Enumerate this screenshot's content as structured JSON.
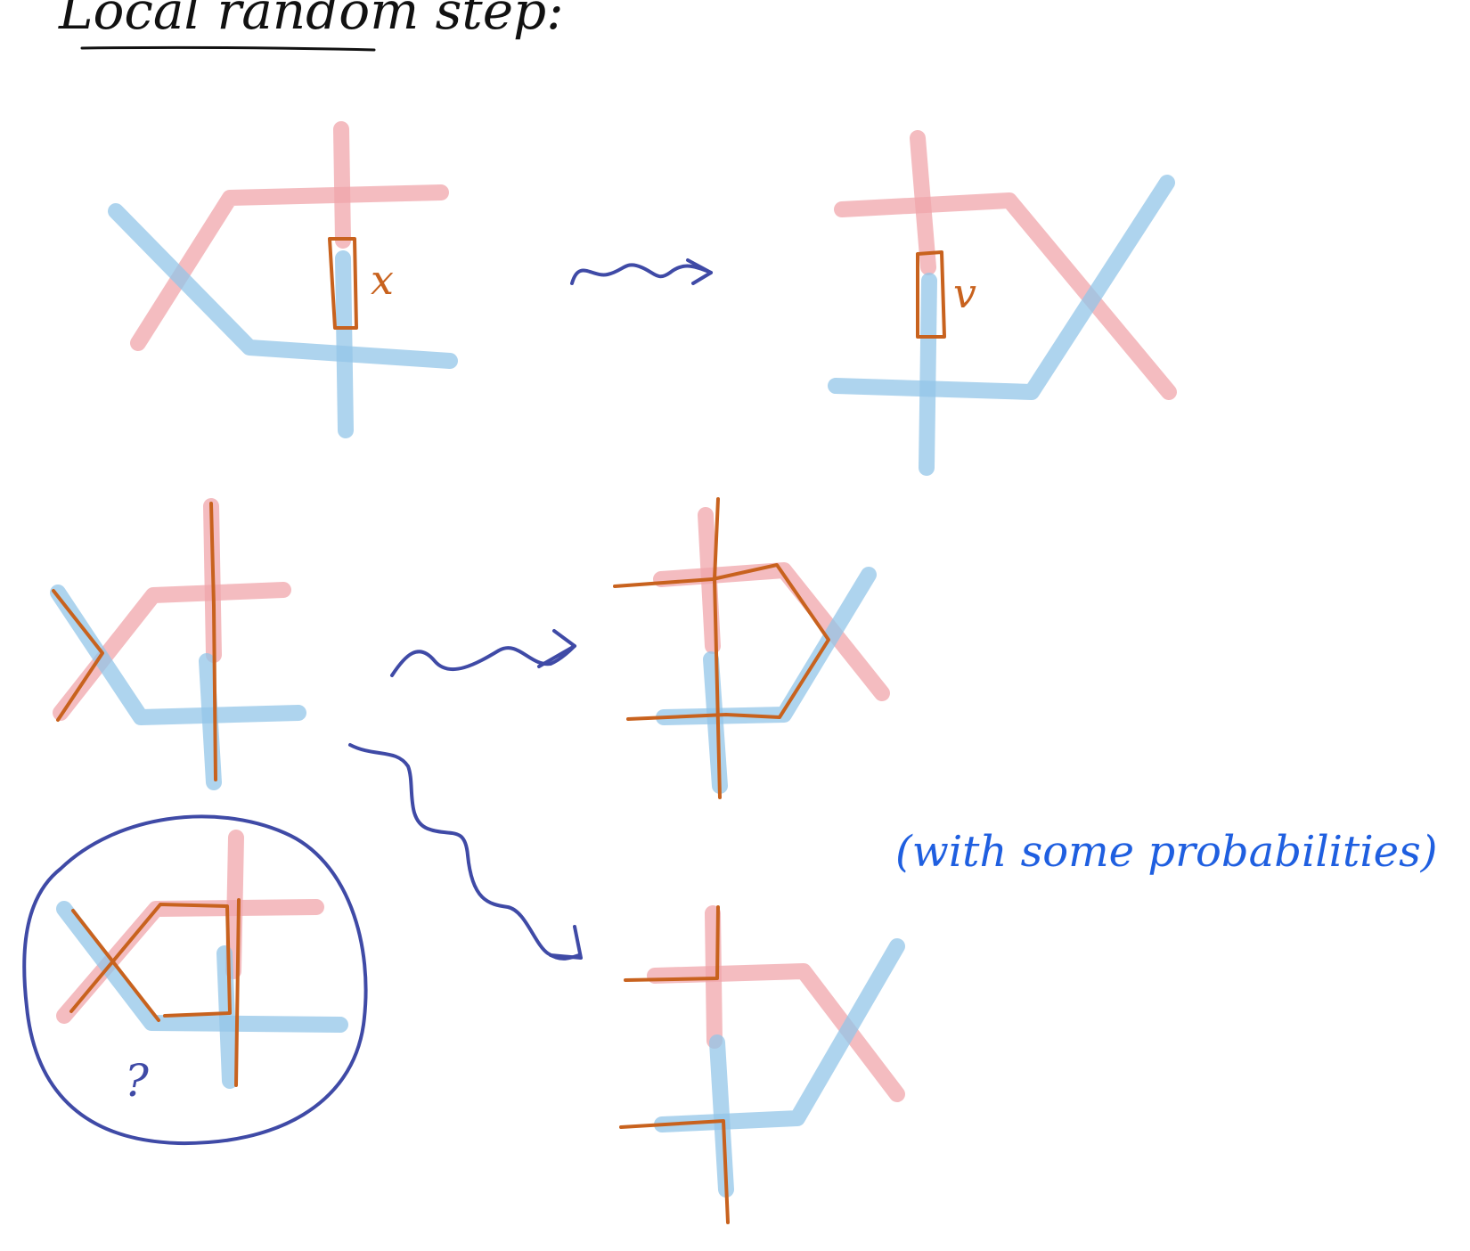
{
  "title": "Local random step:",
  "label_top_left": "x",
  "label_top_right": "v",
  "note": "(with some probabilities)",
  "question_mark": "?",
  "colors": {
    "red_strand": "#f0a6ab",
    "blue_strand": "#93c6e8",
    "orange_path": "#c8621e",
    "navy_ink": "#3f4aa6",
    "blue_note": "#1f5fe0",
    "black_ink": "#111111"
  }
}
